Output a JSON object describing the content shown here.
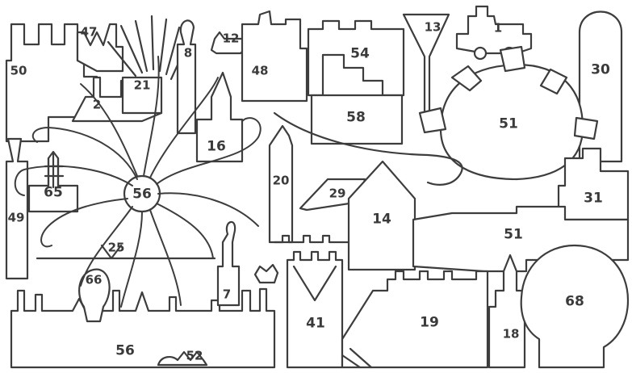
{
  "puzzle": {
    "ink_color": "#3d3d3d",
    "paper_color": "#ffffff",
    "piece_numbers": {
      "p1": "1",
      "p2": "2",
      "p7": "7",
      "p8": "8",
      "p12": "12",
      "p13": "13",
      "p14": "14",
      "p16": "16",
      "p18": "18",
      "p19": "19",
      "p20": "20",
      "p21": "21",
      "p25": "25",
      "p29": "29",
      "p30": "30",
      "p31": "31",
      "p41": "41",
      "p47": "47",
      "p48": "48",
      "p49": "49",
      "p50": "50",
      "p51_top": "51",
      "p51_mid": "51",
      "p52": "52",
      "p54": "54",
      "p56_center": "56",
      "p56_bottom": "56",
      "p58": "58",
      "p65": "65",
      "p66": "66",
      "p68": "68"
    }
  }
}
